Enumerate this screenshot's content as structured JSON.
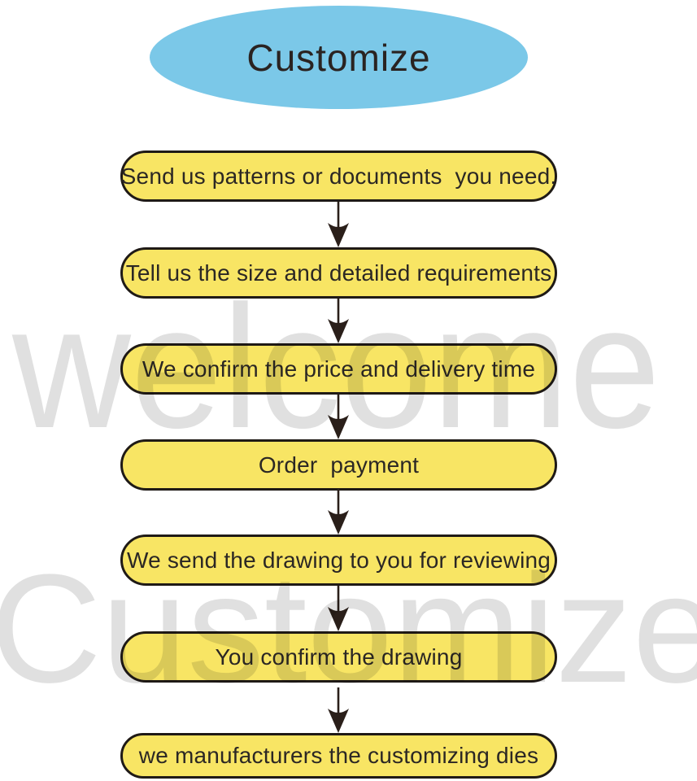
{
  "title": {
    "label": "Customize"
  },
  "steps": [
    {
      "label": "Send us patterns or documents  you need."
    },
    {
      "label": "Tell us the size and detailed requirements"
    },
    {
      "label": "We confirm the price and delivery time"
    },
    {
      "label": "Order  payment"
    },
    {
      "label": "We send the drawing to you for reviewing"
    },
    {
      "label": "You confirm the drawing"
    },
    {
      "label": "we manufacturers the customizing dies"
    }
  ],
  "watermarks": {
    "top": "welcome",
    "bottom": "Customize"
  },
  "colors": {
    "ellipse_fill": "#7bc8e8",
    "box_fill": "#f8e564",
    "box_border": "#1f1a16",
    "text": "#2b2724",
    "arrow": "#2a1f1a",
    "watermark": "#e0e0e0",
    "background": "#ffffff"
  }
}
